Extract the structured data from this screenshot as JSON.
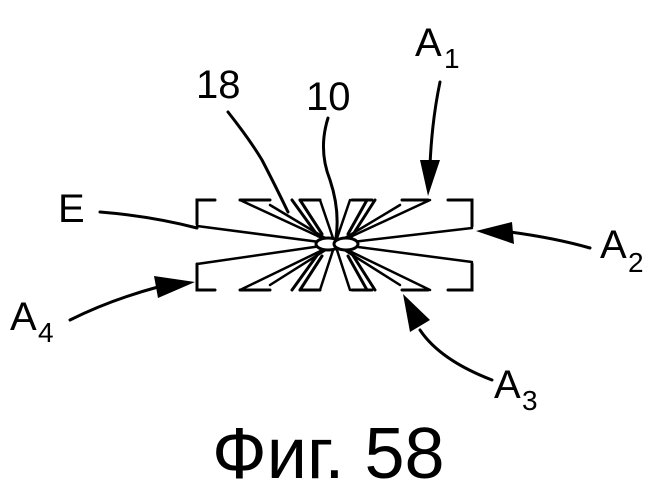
{
  "labels": {
    "ref_18": "18",
    "ref_10": "10",
    "ref_E": "E",
    "a1": {
      "main": "A",
      "sub": "1"
    },
    "a2": {
      "main": "A",
      "sub": "2"
    },
    "a3": {
      "main": "A",
      "sub": "3"
    },
    "a4": {
      "main": "A",
      "sub": "4"
    }
  },
  "caption": "Фиг. 58"
}
